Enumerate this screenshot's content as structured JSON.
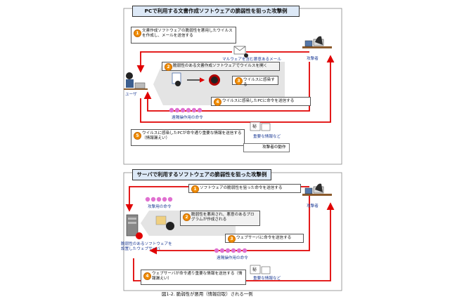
{
  "panel1": {
    "title": "PCで利用する文書作成ソフトウェアの脆弱性を狙った攻撃例",
    "steps": [
      {
        "num": "1",
        "text": "文書作成ソフトウェアの脆弱性を悪用したウイルスを作成し、メールを送信する"
      },
      {
        "num": "2",
        "text": "脆弱性のある文書作成ソフトウェアでウイルスを開く"
      },
      {
        "num": "3",
        "text": "ウイルスに感染する"
      },
      {
        "num": "4",
        "text": "ウイルスに感染したPCに命令を送信する"
      },
      {
        "num": "5",
        "text": "ウイルスに感染したPCが命令通り重要な情報を送信する（情報漏えい）"
      }
    ],
    "labels": {
      "mail": "マルウェアを含む悪意あるメール",
      "attacker": "攻撃者",
      "user": "ユーザ",
      "remote_command": "遠隔操作用の命令",
      "important_info": "重要な情報など",
      "secret_mark": "秘"
    },
    "legend": "攻撃者の動作"
  },
  "panel2": {
    "title": "サーバで利用するソフトウェアの脆弱性を狙った攻撃例",
    "steps": [
      {
        "num": "1",
        "text": "ソフトウェアの脆弱性を狙った命令を送信する"
      },
      {
        "num": "2",
        "text": "脆弱性を悪用され、悪意のあるプログラムが作成される"
      },
      {
        "num": "3",
        "text": "ウェブサーバに命令を送信する"
      },
      {
        "num": "4",
        "text": "ウェブサーバが命令通り重要な情報を送信する（情報漏えい）"
      }
    ],
    "labels": {
      "attack_command": "攻撃用の命令",
      "attacker": "攻撃者",
      "server": "脆弱性のあるソフトウェアを設置したウェブサーバ",
      "remote_command": "遠隔操作用の命令",
      "important_info": "重要な情報など",
      "secret_mark": "秘"
    }
  },
  "caption": "図1-2. 脆弱性が悪用（情報窃取）される一例",
  "colors": {
    "arrow": "#e00000",
    "skull": "#e070d0",
    "badge": "#f08c00",
    "title_bg": "#dde9f7"
  }
}
